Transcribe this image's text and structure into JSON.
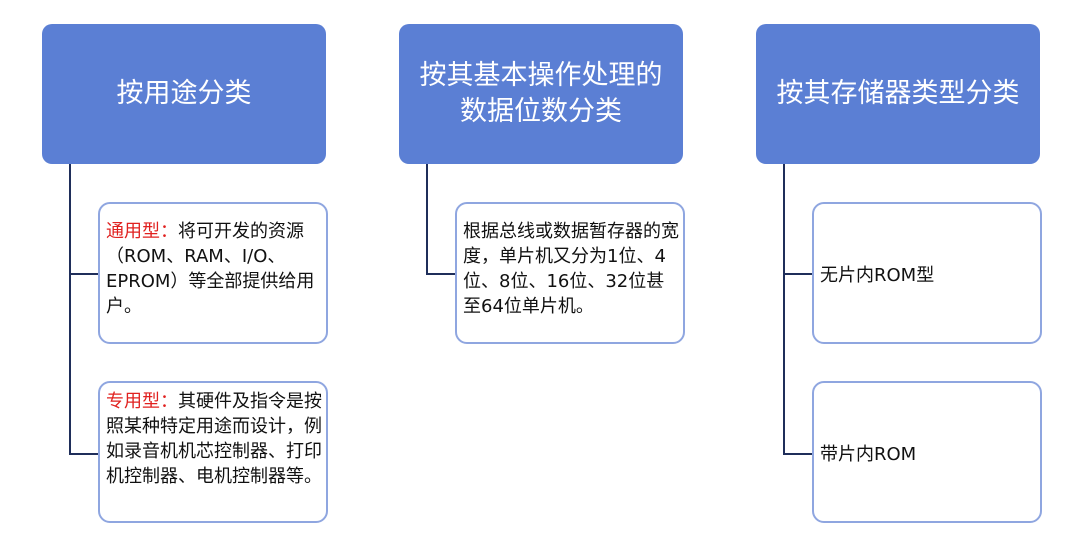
{
  "columns": [
    {
      "header": "按用途分类",
      "items": [
        {
          "label": "通用型：",
          "text": "将可开发的资源（ROM、RAM、I/O、EPROM）等全部提供给用户。"
        },
        {
          "label": "专用型：",
          "text": "其硬件及指令是按照某种特定用途而设计，例如录音机机芯控制器、打印机控制器、电机控制器等。"
        }
      ]
    },
    {
      "header_lines": [
        "按其基本操作处理的",
        "数据位数分类"
      ],
      "items": [
        {
          "text": "根据总线或数据暂存器的宽度，单片机又分为1位、4位、8位、16位、32位甚至64位单片机。"
        }
      ]
    },
    {
      "header": "按其存储器类型分类",
      "items": [
        {
          "text": "无片内ROM型"
        },
        {
          "text": "带片内ROM"
        }
      ]
    }
  ],
  "colors": {
    "header_fill": "#5b7fd4",
    "header_text": "#ffffff",
    "box_border": "#8fa6e0",
    "connector": "#1f2e5a",
    "label_red": "#e0211f"
  }
}
